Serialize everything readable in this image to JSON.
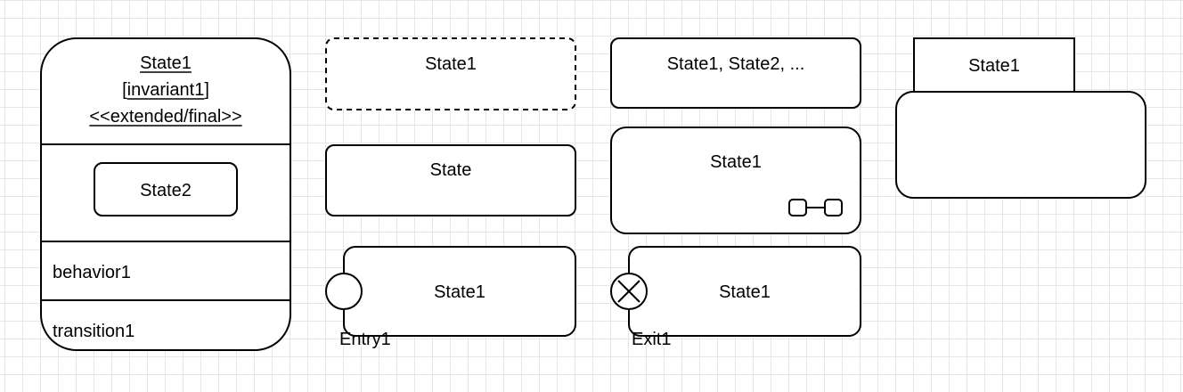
{
  "colors": {
    "stroke": "#000000",
    "fill": "#ffffff",
    "grid": "#e6e6e6"
  },
  "composite_state": {
    "name": "State1",
    "invariant": "[invariant1]",
    "stereotype": "<<extended/final>>",
    "substate": "State2",
    "behavior": "behavior1",
    "transition": "transition1"
  },
  "dashed_state": {
    "label": "State1"
  },
  "simple_state": {
    "label": "State"
  },
  "entry_state": {
    "label": "State1",
    "entry_label": "Entry1"
  },
  "multi_state": {
    "label": "State1, State2, ..."
  },
  "submachine_state": {
    "label": "State1",
    "icon": "composite-state-icon"
  },
  "exit_state": {
    "label": "State1",
    "exit_label": "Exit1"
  },
  "tab_state": {
    "label": "State1"
  }
}
